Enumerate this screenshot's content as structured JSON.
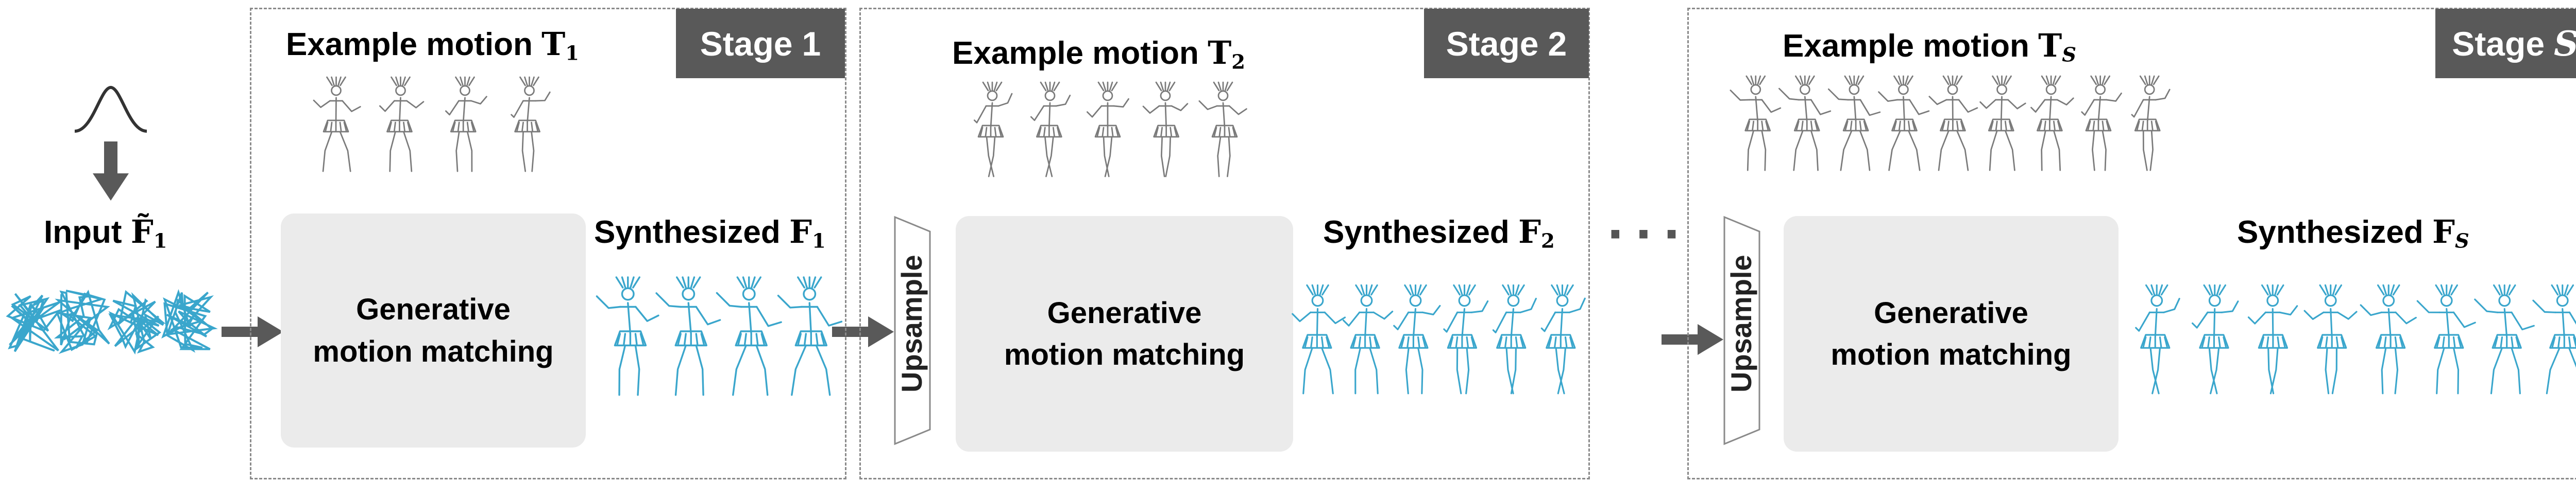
{
  "input": {
    "label": "Input",
    "symbol": "F̃",
    "sub": "1"
  },
  "stages": [
    {
      "tag_word": "Stage",
      "tag_index": "1",
      "example_label": "Example motion",
      "example_symbol": "T",
      "example_sub": "1",
      "box_line1": "Generative",
      "box_line2": "motion matching",
      "synth_label": "Synthesized",
      "synth_symbol": "F",
      "synth_sub": "1",
      "upsample": ""
    },
    {
      "tag_word": "Stage",
      "tag_index": "2",
      "example_label": "Example motion",
      "example_symbol": "T",
      "example_sub": "2",
      "box_line1": "Generative",
      "box_line2": "motion matching",
      "synth_label": "Synthesized",
      "synth_symbol": "F",
      "synth_sub": "2",
      "upsample": "Upsample"
    },
    {
      "tag_word": "Stage",
      "tag_index": "S",
      "example_label": "Example motion",
      "example_symbol": "T",
      "example_sub": "S",
      "box_line1": "Generative",
      "box_line2": "motion matching",
      "synth_label": "Synthesized",
      "synth_symbol": "F",
      "synth_sub": "S",
      "upsample": "Upsample"
    }
  ],
  "ellipsis": "···",
  "colors": {
    "arrow": "#595959",
    "tag_bg": "#595959",
    "box_bg": "#ebebeb",
    "example_figure": "#7a7a7a",
    "synth_figure": "#3aa6cc",
    "dash": "#8a8a8a"
  },
  "icons": [
    "gaussian-curve-icon",
    "arrow-down-icon",
    "arrow-right-icon",
    "dancer-figure-icon"
  ]
}
